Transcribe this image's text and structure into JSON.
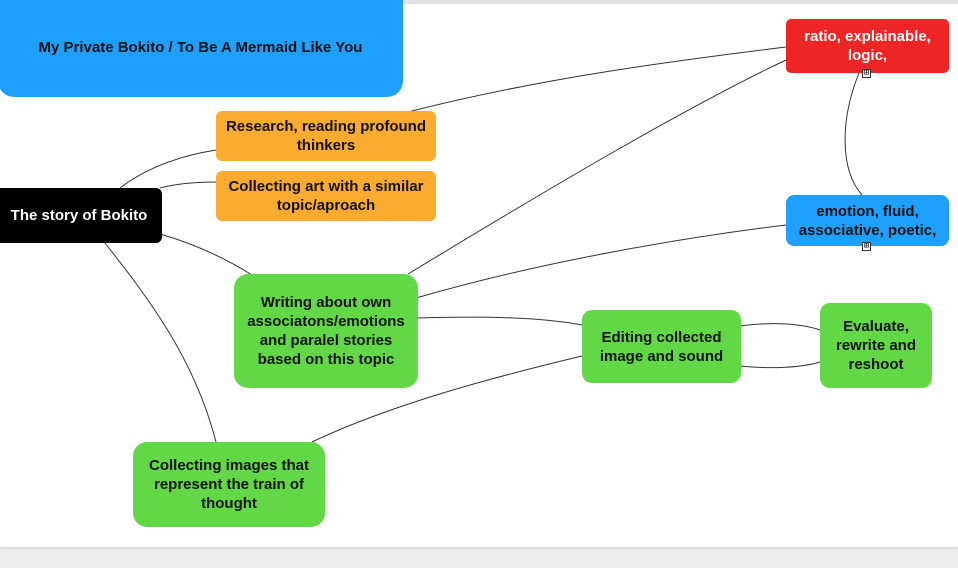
{
  "nodes": {
    "title": "My Private Bokito / To Be A Mermaid Like You",
    "root": "The story of Bokito",
    "research": "Research, reading profound thinkers",
    "collecting_art": "Collecting art with a similar topic/aproach",
    "writing": "Writing about own associatons/emotions and paralel stories based on this topic",
    "collecting_images": "Collecting images that represent the train of thought",
    "editing": "Editing collected image and sound",
    "evaluate": "Evaluate, rewrite and reshoot",
    "ratio": "ratio, explainable, logic,",
    "emotion": "emotion, fluid, associative, poetic,"
  },
  "expand_glyph": "⊞",
  "colors": {
    "orange": "#fbab2f",
    "green": "#62d846",
    "blue": "#1fa0ff",
    "red": "#ee2525",
    "black": "#000000"
  }
}
